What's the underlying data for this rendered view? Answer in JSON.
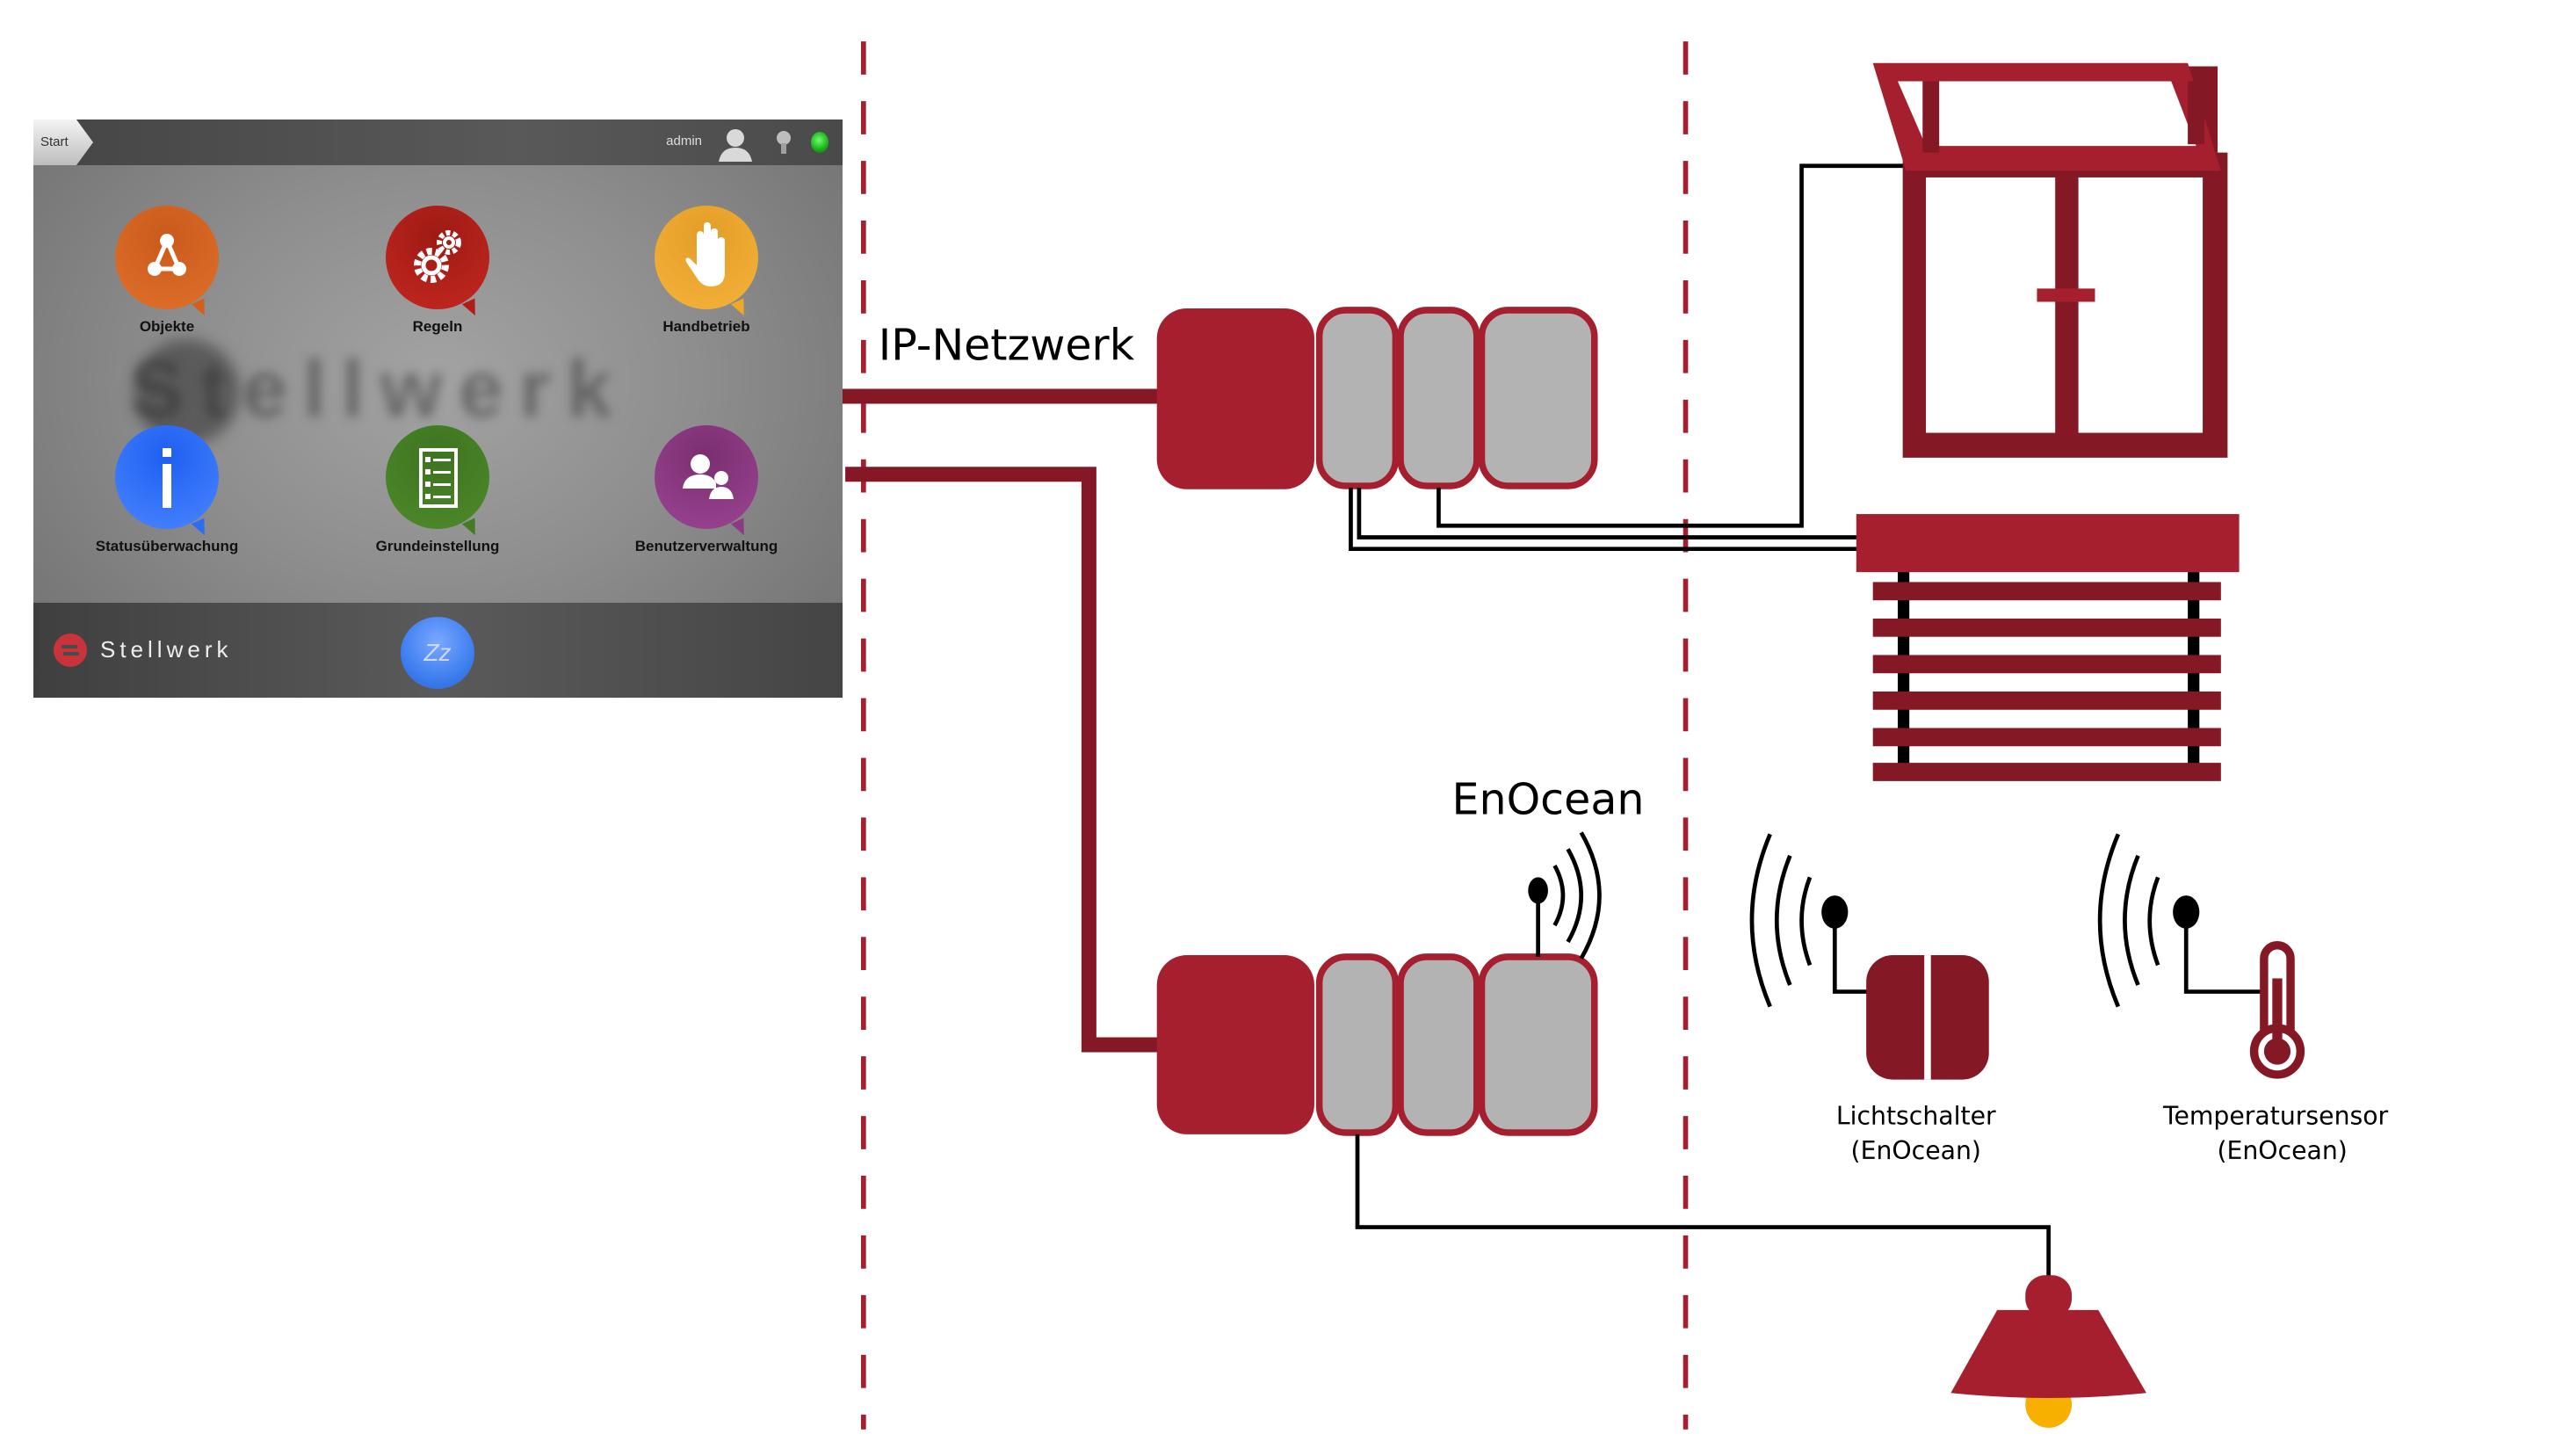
{
  "app": {
    "breadcrumb": "Start",
    "user_name": "admin",
    "status_led_color": "#22c322",
    "watermark_text": "Stellwerk",
    "brand_name": "Stellwerk",
    "sleep_label": "Zz",
    "tiles": [
      {
        "label": "Objekte",
        "icon": "network-icon",
        "color": "#d2601c"
      },
      {
        "label": "Regeln",
        "icon": "gears-icon",
        "color": "#b01d17"
      },
      {
        "label": "Handbetrieb",
        "icon": "hand-icon",
        "color": "#efa92a"
      },
      {
        "label": "Statusüberwachung",
        "icon": "info-icon",
        "color": "#2d6df2"
      },
      {
        "label": "Grundeinstellung",
        "icon": "checklist-icon",
        "color": "#437a22"
      },
      {
        "label": "Benutzerverwaltung",
        "icon": "users-icon",
        "color": "#8c3a85"
      }
    ]
  },
  "diagram": {
    "network_label": "IP-Netzwerk",
    "radio_label": "EnOcean",
    "devices": {
      "light_switch": {
        "name": "Lichtschalter",
        "protocol": "(EnOcean)"
      },
      "temperature_sensor": {
        "name": "Temperatursensor",
        "protocol": "(EnOcean)"
      }
    },
    "actuators": [
      "window",
      "blinds",
      "lamp"
    ],
    "colors": {
      "primary_red": "#a51f2e",
      "dark_red": "#841824",
      "module_gray": "#b3b3b3",
      "bulb_yellow": "#f7b000",
      "wire": "#000000"
    }
  }
}
